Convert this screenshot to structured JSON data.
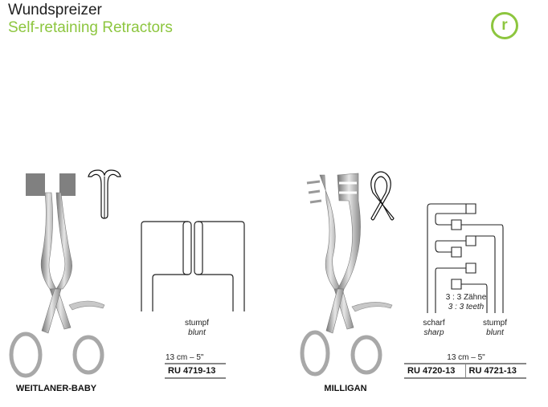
{
  "header": {
    "title_de": "Wundspreizer",
    "title_en": "Self-retaining Retractors",
    "logo_letter": "r",
    "accent_color": "#8dc63f"
  },
  "products": [
    {
      "name": "WEITLANER-BABY",
      "tip_de": "stumpf",
      "tip_en": "blunt",
      "size": "13 cm – 5\"",
      "article_numbers": [
        "RU 4719-13"
      ]
    },
    {
      "name": "MILLIGAN",
      "teeth_de": "3 : 3 Zähne",
      "teeth_en": "3 : 3 teeth",
      "variants": [
        {
          "de": "scharf",
          "en": "sharp"
        },
        {
          "de": "stumpf",
          "en": "blunt"
        }
      ],
      "size": "13 cm – 5\"",
      "article_numbers": [
        "RU 4720-13",
        "RU 4721-13"
      ]
    }
  ]
}
